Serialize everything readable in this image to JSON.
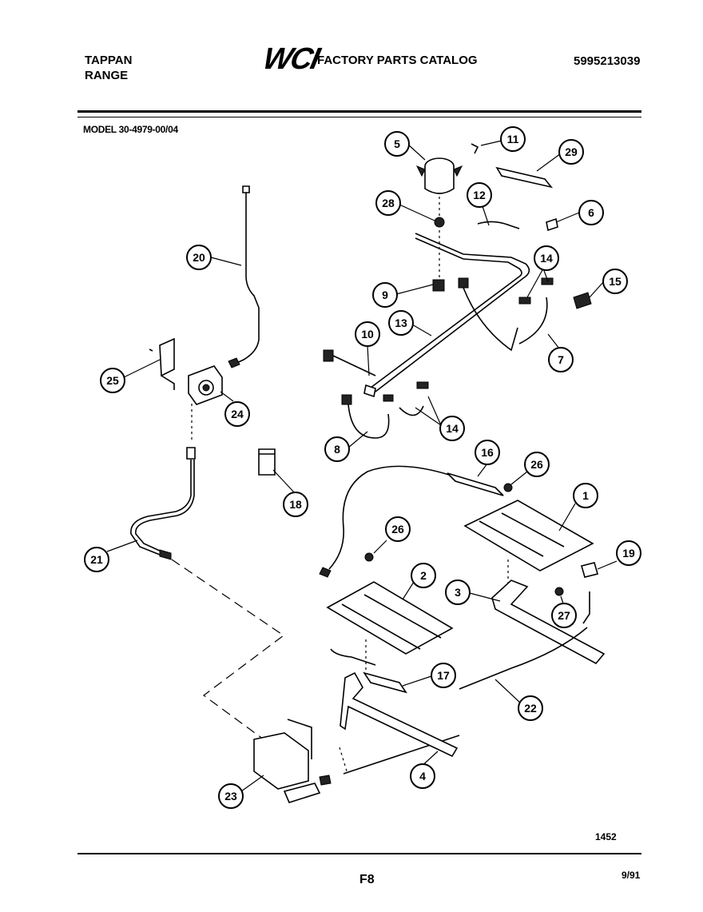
{
  "header": {
    "brand_line1": "TAPPAN",
    "brand_line2": "RANGE",
    "logo_text": "WCI",
    "catalog_title": "FACTORY PARTS CATALOG",
    "catalog_number": "5995213039"
  },
  "model": "MODEL 30-4979-00/04",
  "callouts": [
    {
      "label": "1"
    },
    {
      "label": "2"
    },
    {
      "label": "3"
    },
    {
      "label": "4"
    },
    {
      "label": "5"
    },
    {
      "label": "6"
    },
    {
      "label": "7"
    },
    {
      "label": "8"
    },
    {
      "label": "9"
    },
    {
      "label": "10"
    },
    {
      "label": "11"
    },
    {
      "label": "12"
    },
    {
      "label": "13"
    },
    {
      "label": "14"
    },
    {
      "label": "14"
    },
    {
      "label": "15"
    },
    {
      "label": "16"
    },
    {
      "label": "17"
    },
    {
      "label": "18"
    },
    {
      "label": "19"
    },
    {
      "label": "20"
    },
    {
      "label": "21"
    },
    {
      "label": "22"
    },
    {
      "label": "23"
    },
    {
      "label": "24"
    },
    {
      "label": "25"
    },
    {
      "label": "26"
    },
    {
      "label": "26"
    },
    {
      "label": "27"
    },
    {
      "label": "28"
    },
    {
      "label": "29"
    }
  ],
  "footer": {
    "drawing_number": "1452",
    "page": "F8",
    "date": "9/91"
  }
}
